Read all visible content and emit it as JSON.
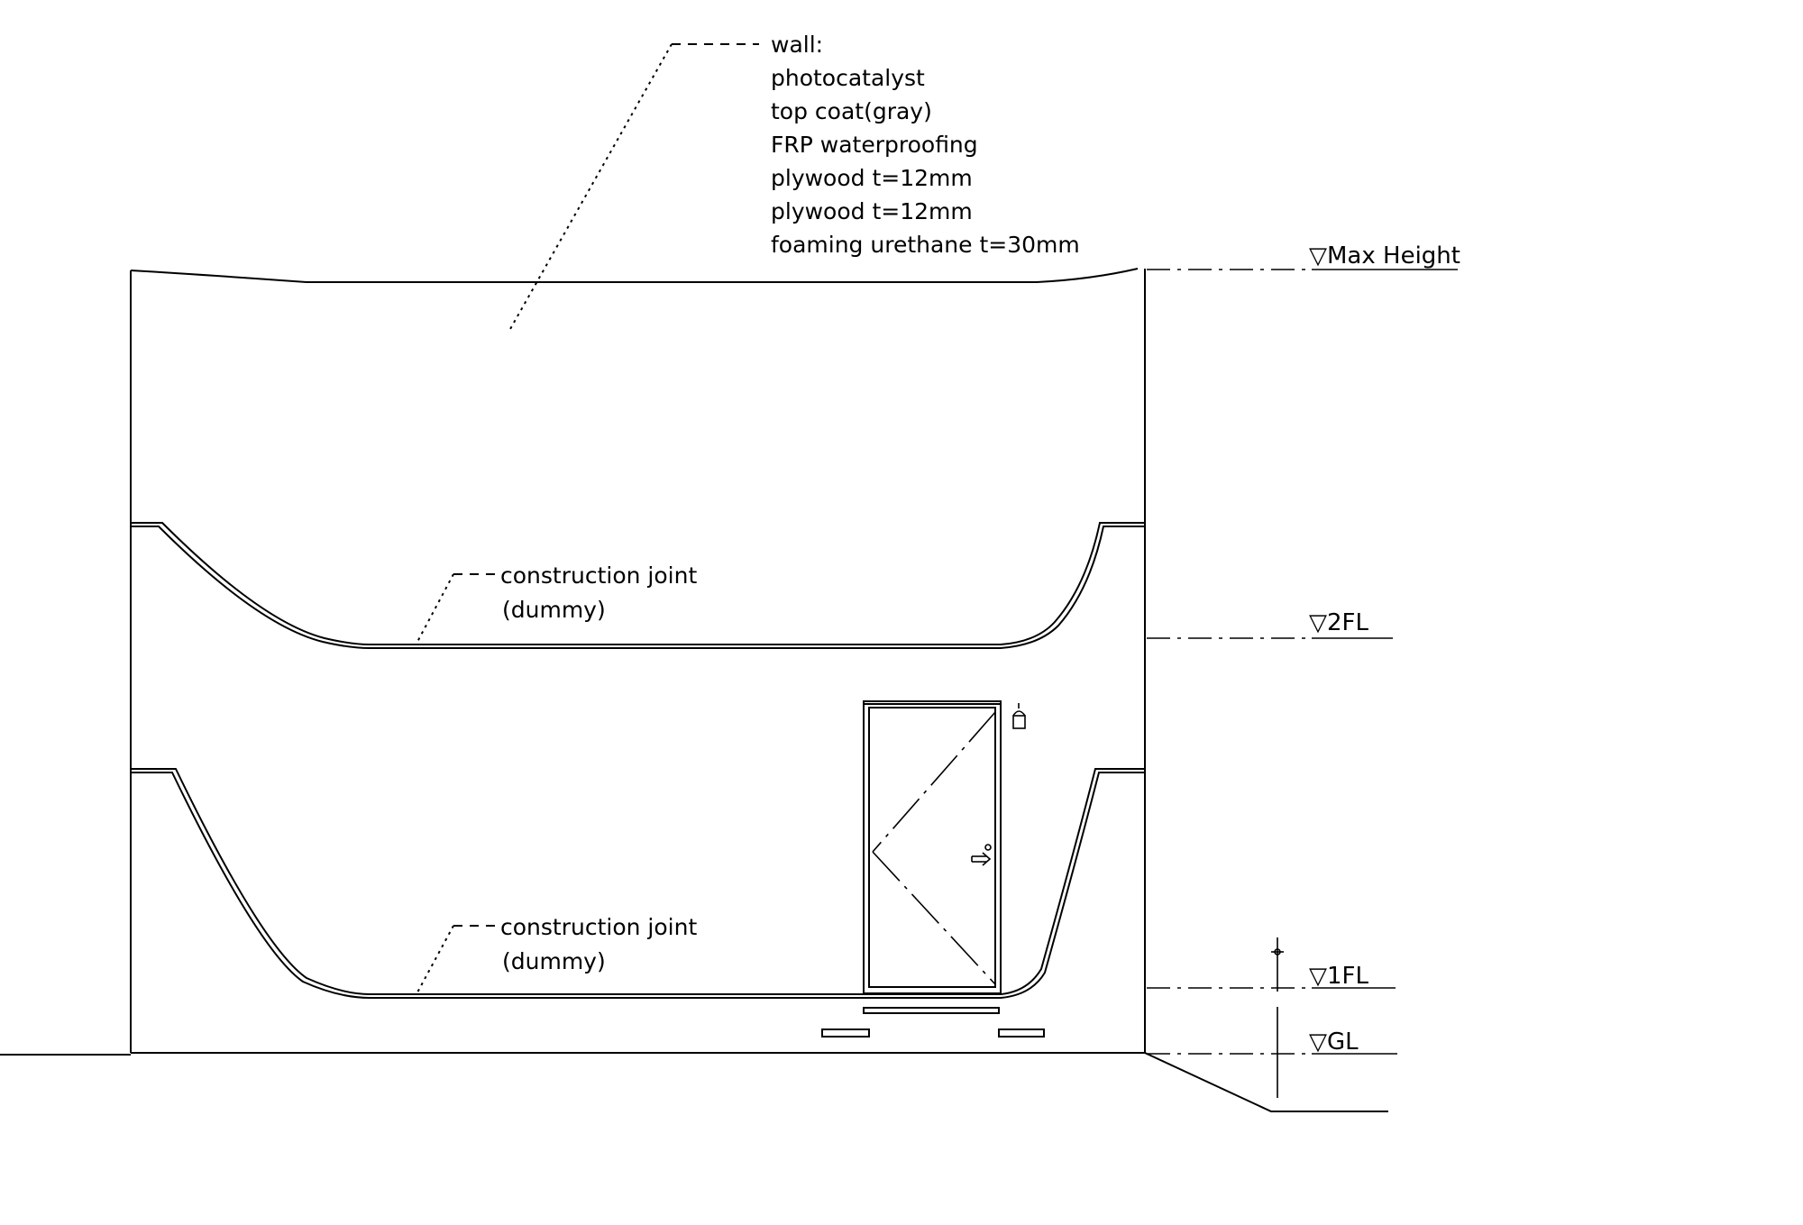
{
  "wall_note": {
    "lines": [
      "wall:",
      "photocatalyst",
      "top coat(gray)",
      "FRP waterproofing",
      "plywood t=12mm",
      "plywood t=12mm",
      "foaming urethane t=30mm"
    ]
  },
  "joints": [
    {
      "line1": "construction joint",
      "line2": "(dummy)"
    },
    {
      "line1": "construction joint",
      "line2": "(dummy)"
    }
  ],
  "levels": {
    "max_height": "Max Height",
    "fl2": "2FL",
    "fl1": "1FL",
    "gl": "GL"
  },
  "symbols": {
    "level_marker": "▽"
  }
}
